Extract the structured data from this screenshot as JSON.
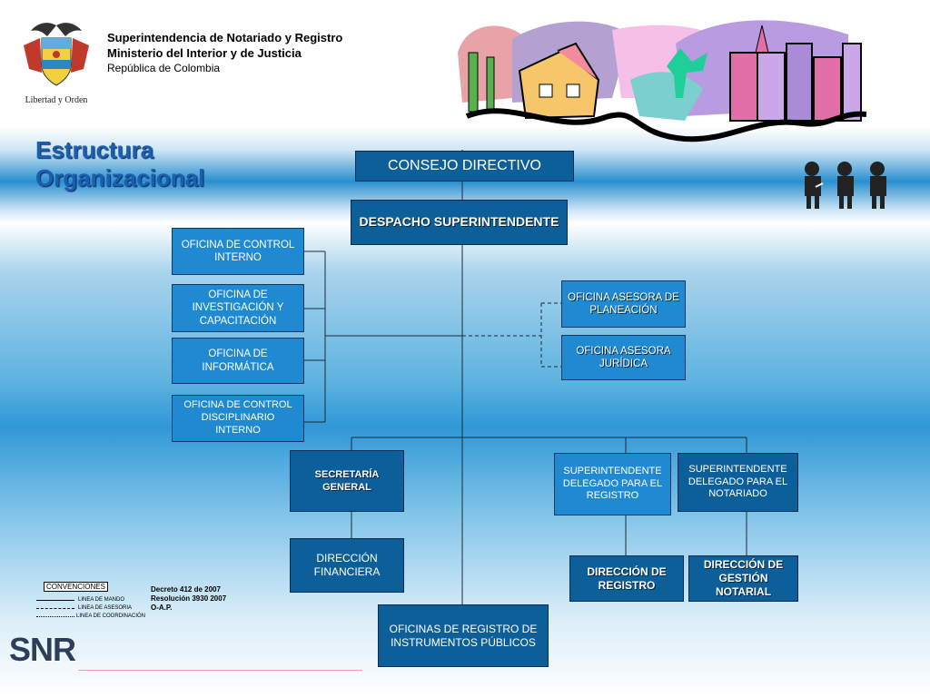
{
  "header": {
    "coat_of_arms_motto": "Libertad y Orden",
    "line1": "Superintendencia de Notariado y Registro",
    "line2": "Ministerio del Interior y de Justicia",
    "line3": "República de Colombia"
  },
  "title": {
    "line1": "Estructura",
    "line2": "Organizacional"
  },
  "org": {
    "consejo": "CONSEJO DIRECTIVO",
    "despacho": "DESPACHO SUPERINTENDENTE",
    "control_interno": "OFICINA DE CONTROL INTERNO",
    "investigacion": "OFICINA DE INVESTIGACIÓN Y CAPACITACIÓN",
    "informatica": "OFICINA DE INFORMÁTICA",
    "control_disciplinario": "OFICINA DE CONTROL DISCIPLINARIO INTERNO",
    "asesora_planeacion": "OFICINA ASESORA DE PLANEACIÓN",
    "asesora_juridica": "OFICINA ASESORA JURÍDICA",
    "secretaria": "SECRETARÍA GENERAL",
    "delegado_registro": "SUPERINTENDENTE DELEGADO PARA EL REGISTRO",
    "delegado_notariado": "SUPERINTENDENTE DELEGADO PARA EL NOTARIADO",
    "direccion_financiera": "DIRECCIÓN FINANCIERA",
    "direccion_registro": "DIRECCIÓN DE REGISTRO",
    "direccion_notarial": "DIRECCIÓN DE GESTIÓN NOTARIAL",
    "oficinas_registro": "OFICINAS DE REGISTRO DE INSTRUMENTOS PÚBLICOS"
  },
  "legend": {
    "title": "CONVENCIONES",
    "mando": "LINEA DE MANDO",
    "asesoria": "LINEA DE ASESORIA",
    "coordinacion": "LINEA DE COORDINACIÓN"
  },
  "decree": {
    "line1": "Decreto 412 de 2007",
    "line2": "Resolución 3930 2007",
    "line3": "O-A.P."
  },
  "footer_logo": "SNR",
  "colors": {
    "light_box": "#1f8ad2",
    "dark_box": "#0d5f99",
    "title": "#1a5fb0"
  }
}
